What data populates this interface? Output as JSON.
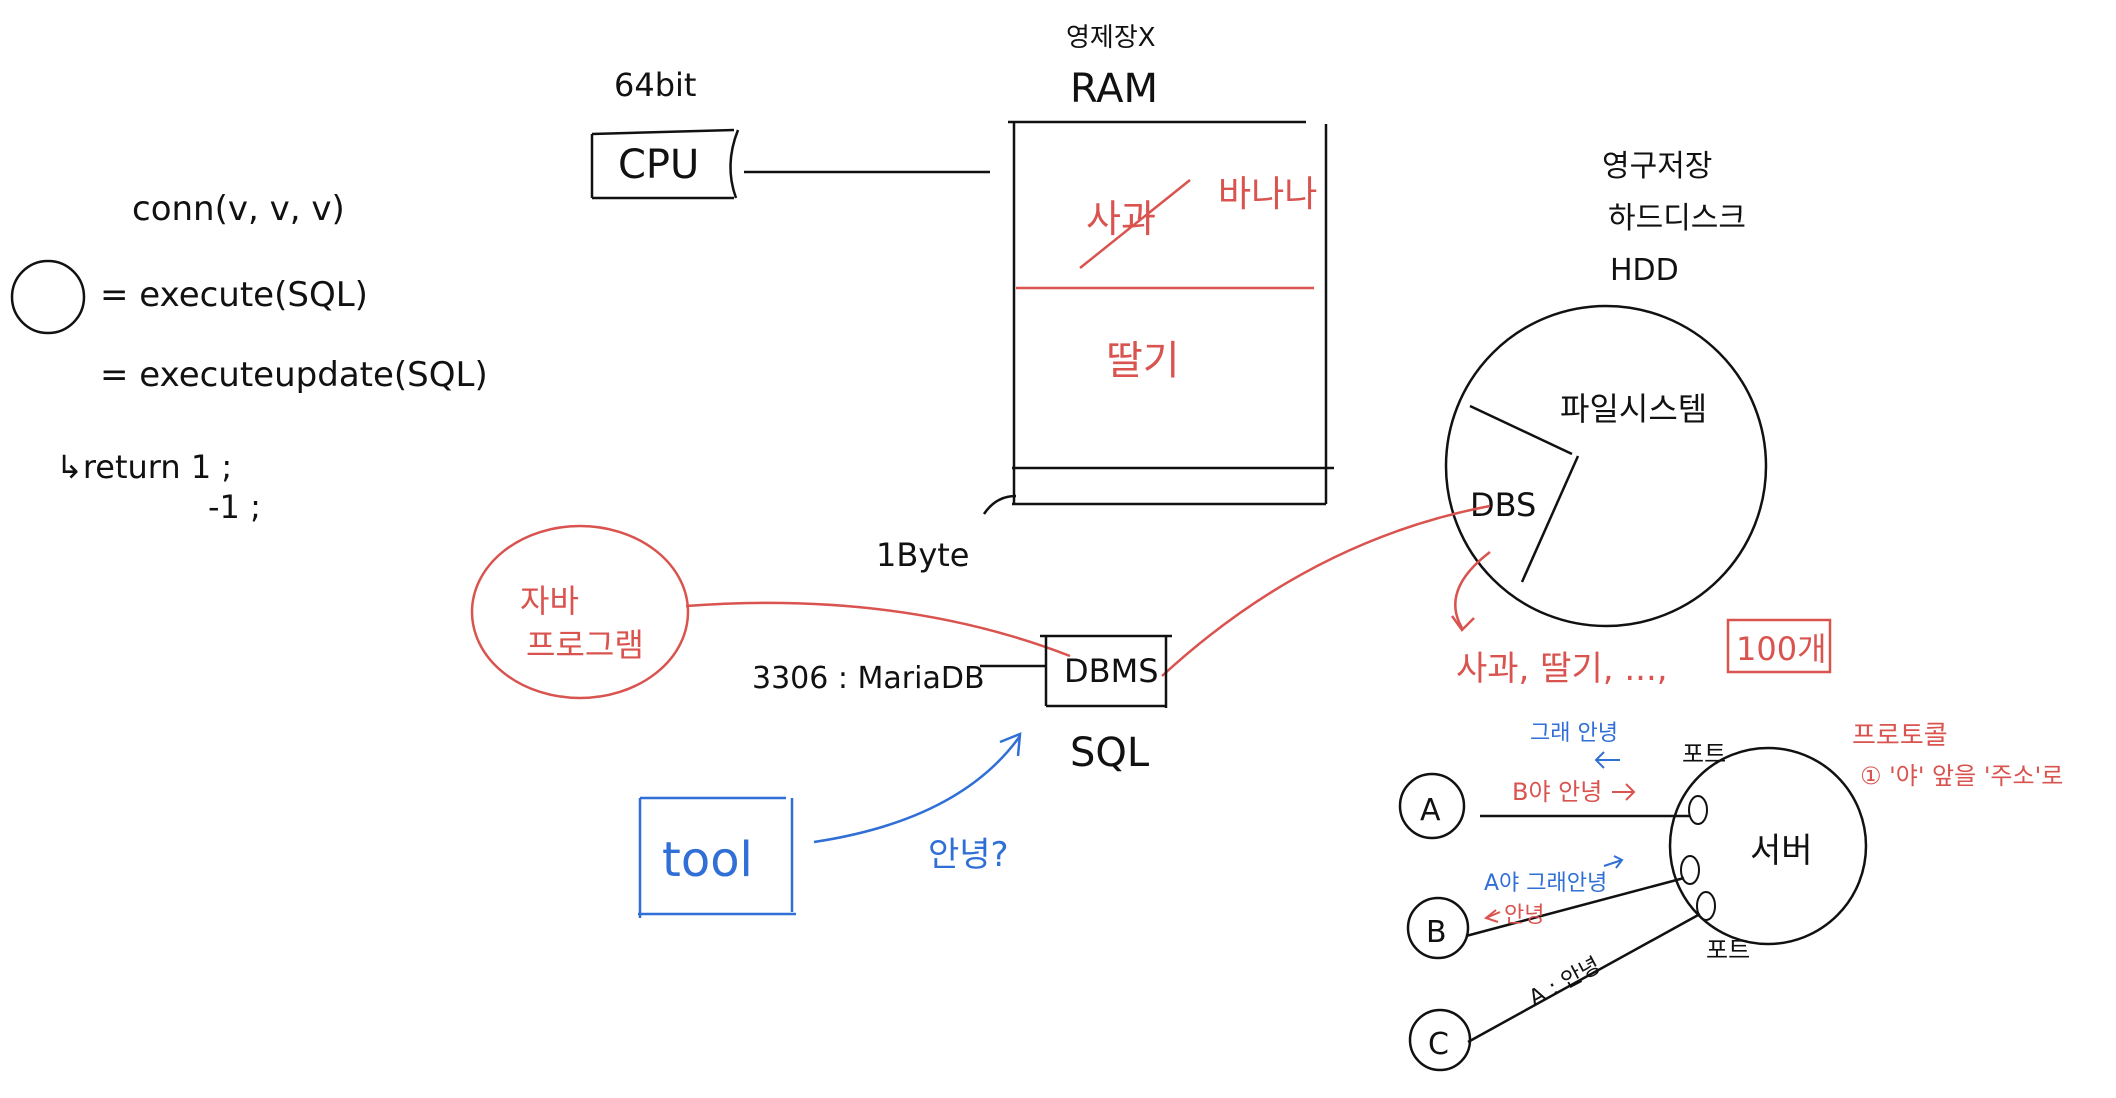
{
  "colors": {
    "ink": "#111111",
    "red": "#d9534f",
    "blue": "#2f6fd6"
  },
  "code": {
    "conn": "conn(v, v, v)",
    "execute": "= execute(SQL)",
    "execute_update": "= executeupdate(SQL)",
    "return_label": "↳return 1 ;",
    "return_neg": "-1 ;"
  },
  "cpu": {
    "label": "CPU",
    "bits": "64bit"
  },
  "ram": {
    "title": "RAM",
    "note": "영제장X",
    "item1": "사과",
    "item2": "바나나",
    "item3": "딸기",
    "unit": "1Byte"
  },
  "disk": {
    "line1": "영구저장",
    "line2": "하드디스크",
    "line3": "HDD",
    "fs": "파일시스템",
    "dbs": "DBS",
    "contents": "사과, 딸기, ..., ",
    "count": "100개"
  },
  "java": {
    "label_line1": "자바",
    "label_line2": "프로그램"
  },
  "dbms": {
    "label": "DBMS",
    "port": "3306 : MariaDB",
    "sql": "SQL"
  },
  "tool": {
    "label": "tool",
    "greeting": "안녕?"
  },
  "network": {
    "node_a": "A",
    "node_b": "B",
    "node_c": "C",
    "server": "서버",
    "port_top": "포트",
    "port_bottom": "포트",
    "msg_reply_top": "그래 안녕",
    "msg_b_hello": "B야 안녕",
    "msg_a_reply": "A야 그래안녕",
    "msg_hello": "안녕",
    "msg_c": "A : 안녕",
    "protocol": "프로토콜",
    "protocol_rule": "① '야' 앞을 '주소'로"
  }
}
